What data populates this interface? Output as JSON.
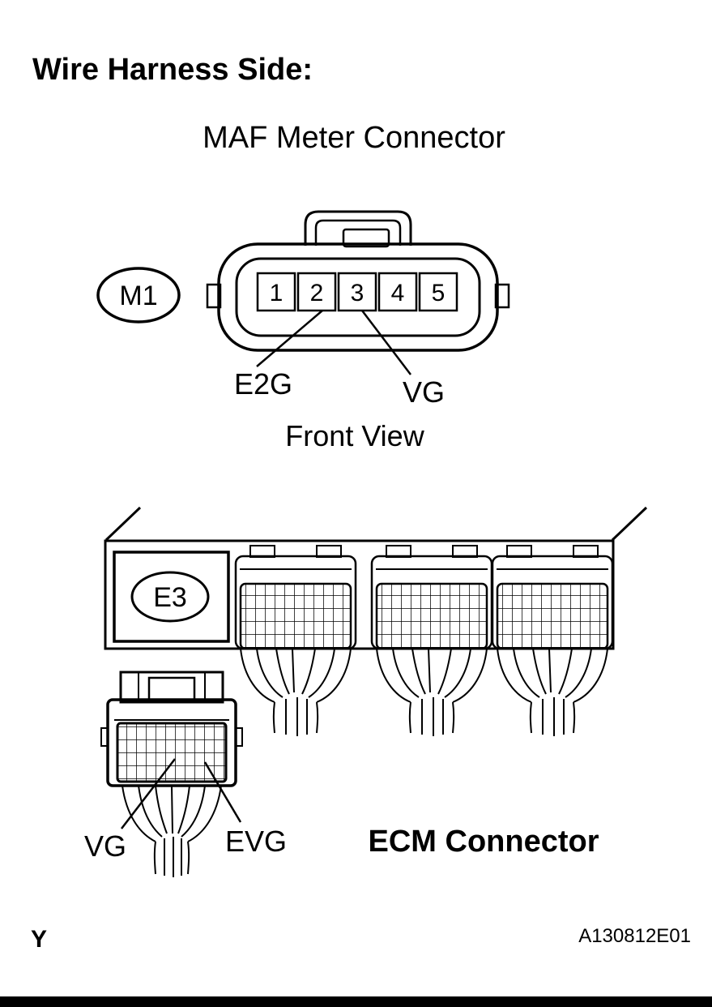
{
  "page": {
    "title": "Wire Harness Side:",
    "page_letter": "Y",
    "figure_code": "A130812E01"
  },
  "maf_connector": {
    "title": "MAF Meter Connector",
    "id_label": "M1",
    "pins": [
      "1",
      "2",
      "3",
      "4",
      "5"
    ],
    "terminal_labels": {
      "pin2": "E2G",
      "pin3": "VG"
    },
    "view_label": "Front View"
  },
  "ecm_connector": {
    "title": "ECM Connector",
    "id_label": "E3",
    "terminal_labels": {
      "vg": "VG",
      "evg": "EVG"
    }
  },
  "colors": {
    "line": "#000000",
    "background": "#ffffff",
    "footer_bar": "#000000"
  }
}
